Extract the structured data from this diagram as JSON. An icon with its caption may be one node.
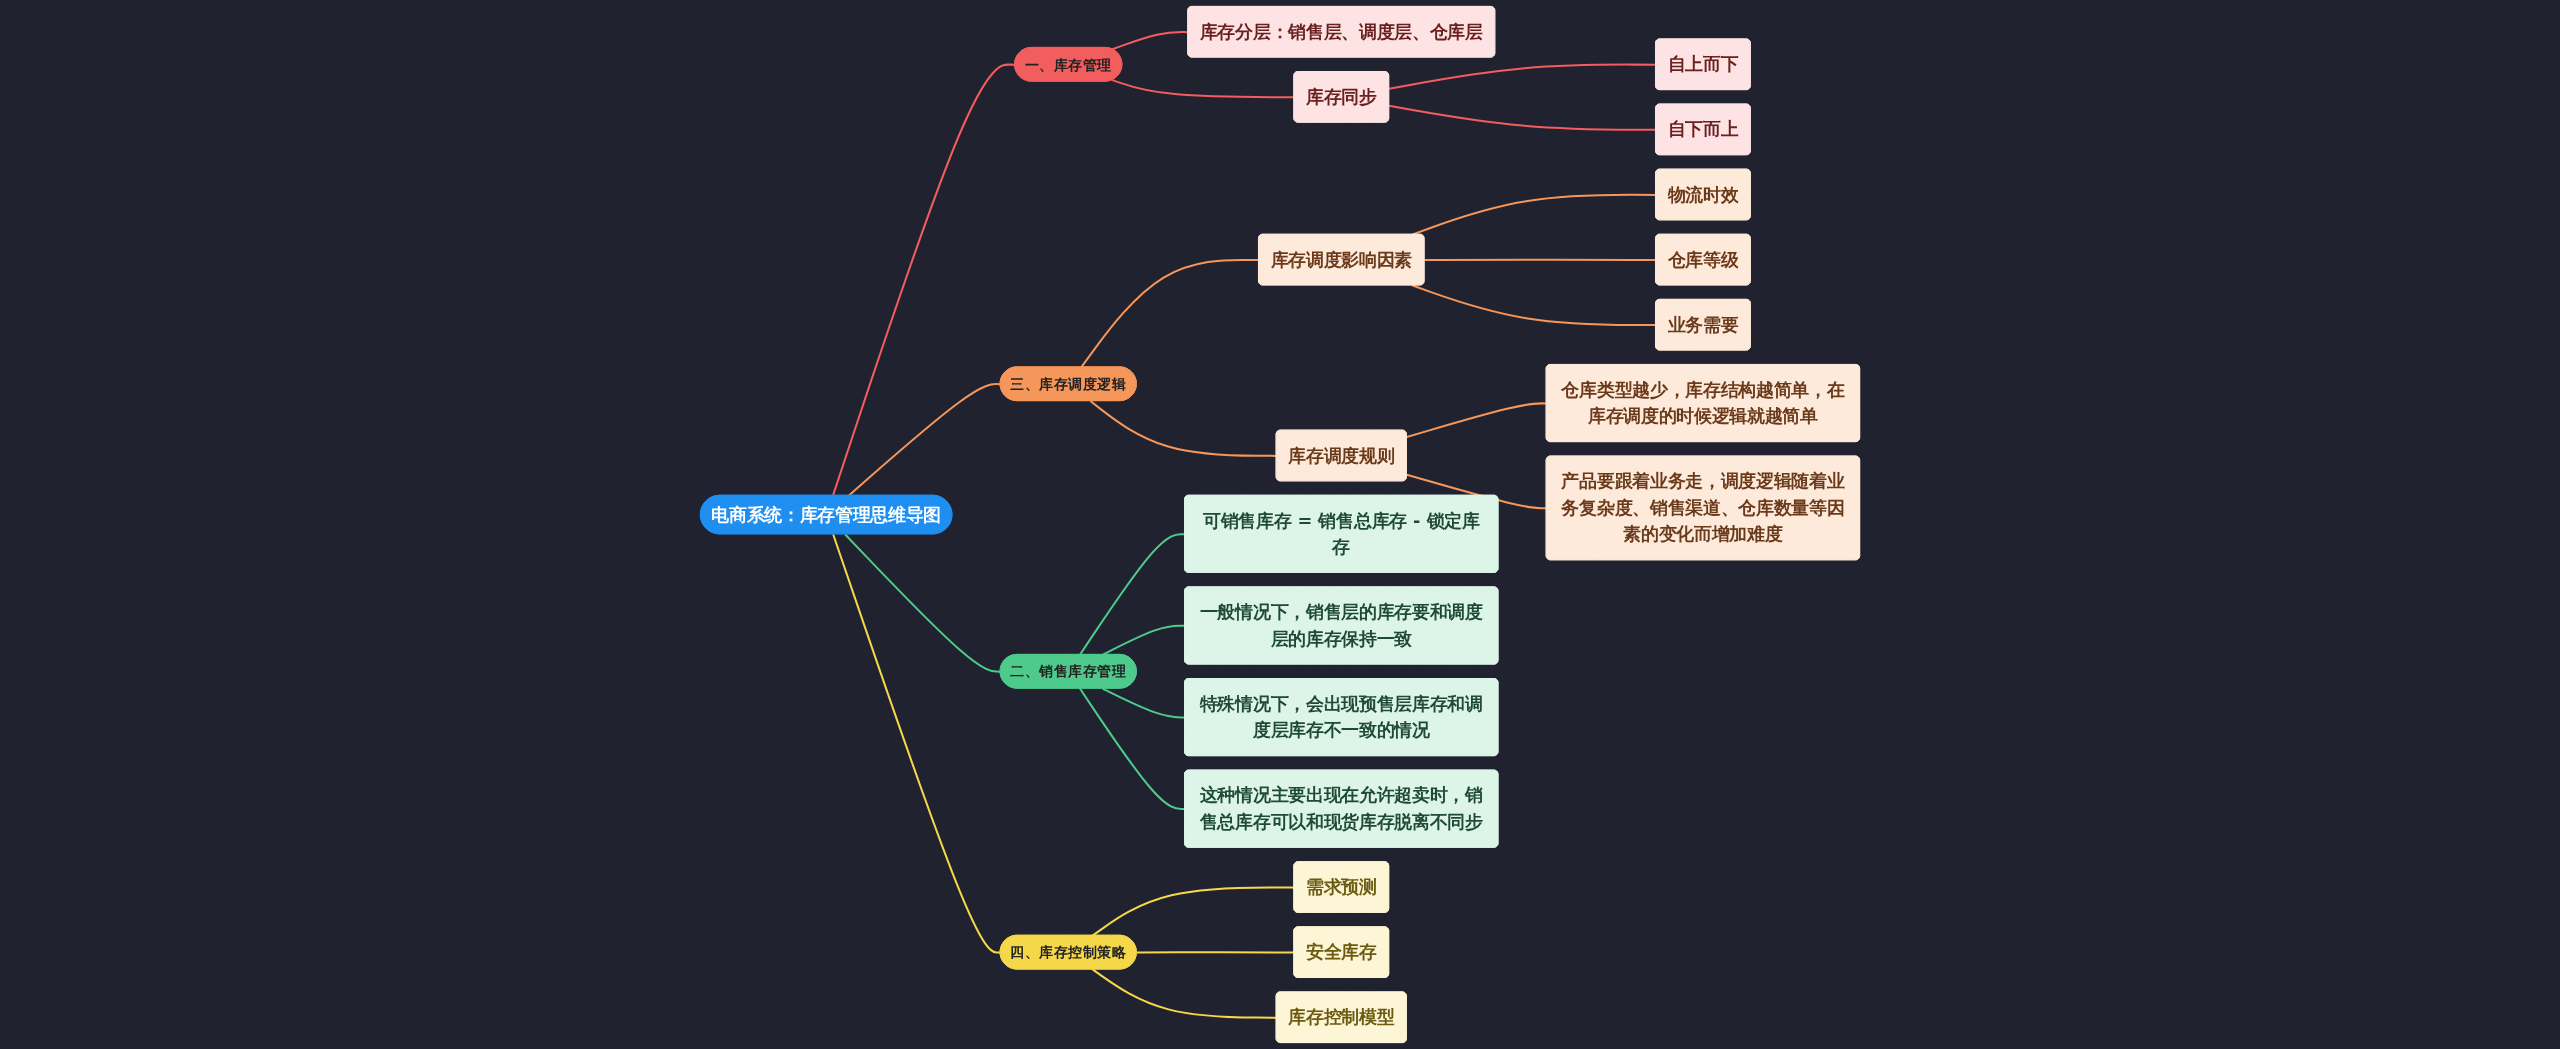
{
  "diagram": {
    "nodes": [
      {
        "text": [
          "电商系统：库存管理思维导图"
        ]
      },
      {
        "text": [
          "一、库存管理"
        ]
      },
      {
        "text": [
          "库存分层：销售层、调度层、仓库层"
        ]
      },
      {
        "text": [
          "库存同步"
        ]
      },
      {
        "text": [
          "自上而下"
        ]
      },
      {
        "text": [
          "自下而上"
        ]
      },
      {
        "text": [
          "二、销售库存管理"
        ]
      },
      {
        "text": [
          "可销售库存 = 销售总库存 - 锁定库存"
        ]
      },
      {
        "text": [
          "一般情况下，销售层的库存要和调度层的库存保持一致"
        ]
      },
      {
        "text": [
          "特殊情况下，会出现预售层库存和调度层库存不一致的情况"
        ]
      },
      {
        "text": [
          "这种情况主要出现在允许超卖时，销售总库存可以和现货库存脱离不同步"
        ]
      },
      {
        "text": [
          "三、库存调度逻辑"
        ]
      },
      {
        "text": [
          "库存调度影响因素"
        ]
      },
      {
        "text": [
          "物流时效"
        ]
      },
      {
        "text": [
          "仓库等级"
        ]
      },
      {
        "text": [
          "业务需要"
        ]
      },
      {
        "text": [
          "库存调度规则"
        ]
      },
      {
        "text": [
          "仓库类型越少，库存结构越简单，在库存调度的时候逻辑就越简单"
        ]
      },
      {
        "text": [
          "产品要跟着业务走，调度逻辑随着业务复杂度、销售渠道、仓库数量等因素的变化而增加难度"
        ]
      },
      {
        "text": [
          "四、库存控制策略"
        ]
      },
      {
        "text": [
          "需求预测"
        ]
      },
      {
        "text": [
          "安全库存"
        ]
      },
      {
        "text": [
          "库存控制模型"
        ]
      }
    ],
    "edges": [
      {
        "from": 0,
        "to": 1,
        "arrow": "none",
        "color": "#f25d5d"
      },
      {
        "from": 1,
        "to": 2,
        "arrow": "none",
        "color": "#f25d5d"
      },
      {
        "from": 1,
        "to": 3,
        "arrow": "none",
        "color": "#f25d5d"
      },
      {
        "from": 3,
        "to": 4,
        "arrow": "none",
        "color": "#f25d5d"
      },
      {
        "from": 3,
        "to": 5,
        "arrow": "none",
        "color": "#f25d5d"
      },
      {
        "from": 0,
        "to": 6,
        "arrow": "none",
        "color": "#4ecb8c"
      },
      {
        "from": 6,
        "to": 7,
        "arrow": "none",
        "color": "#4ecb8c"
      },
      {
        "from": 6,
        "to": 8,
        "arrow": "none",
        "color": "#4ecb8c"
      },
      {
        "from": 6,
        "to": 9,
        "arrow": "none",
        "color": "#4ecb8c"
      },
      {
        "from": 6,
        "to": 10,
        "arrow": "none",
        "color": "#4ecb8c"
      },
      {
        "from": 0,
        "to": 11,
        "arrow": "none",
        "color": "#f5965a"
      },
      {
        "from": 11,
        "to": 12,
        "arrow": "none",
        "color": "#f5965a"
      },
      {
        "from": 12,
        "to": 13,
        "arrow": "none",
        "color": "#f5965a"
      },
      {
        "from": 12,
        "to": 14,
        "arrow": "none",
        "color": "#f5965a"
      },
      {
        "from": 12,
        "to": 15,
        "arrow": "none",
        "color": "#f5965a"
      },
      {
        "from": 11,
        "to": 16,
        "arrow": "none",
        "color": "#f5965a"
      },
      {
        "from": 16,
        "to": 17,
        "arrow": "none",
        "color": "#f5965a"
      },
      {
        "from": 16,
        "to": 18,
        "arrow": "none",
        "color": "#f5965a"
      },
      {
        "from": 0,
        "to": 19,
        "arrow": "none",
        "color": "#f5d84a"
      },
      {
        "from": 19,
        "to": 20,
        "arrow": "none",
        "color": "#f5d84a"
      },
      {
        "from": 19,
        "to": 21,
        "arrow": "none",
        "color": "#f5d84a"
      },
      {
        "from": 19,
        "to": 22,
        "arrow": "none",
        "color": "#f5d84a"
      }
    ]
  }
}
